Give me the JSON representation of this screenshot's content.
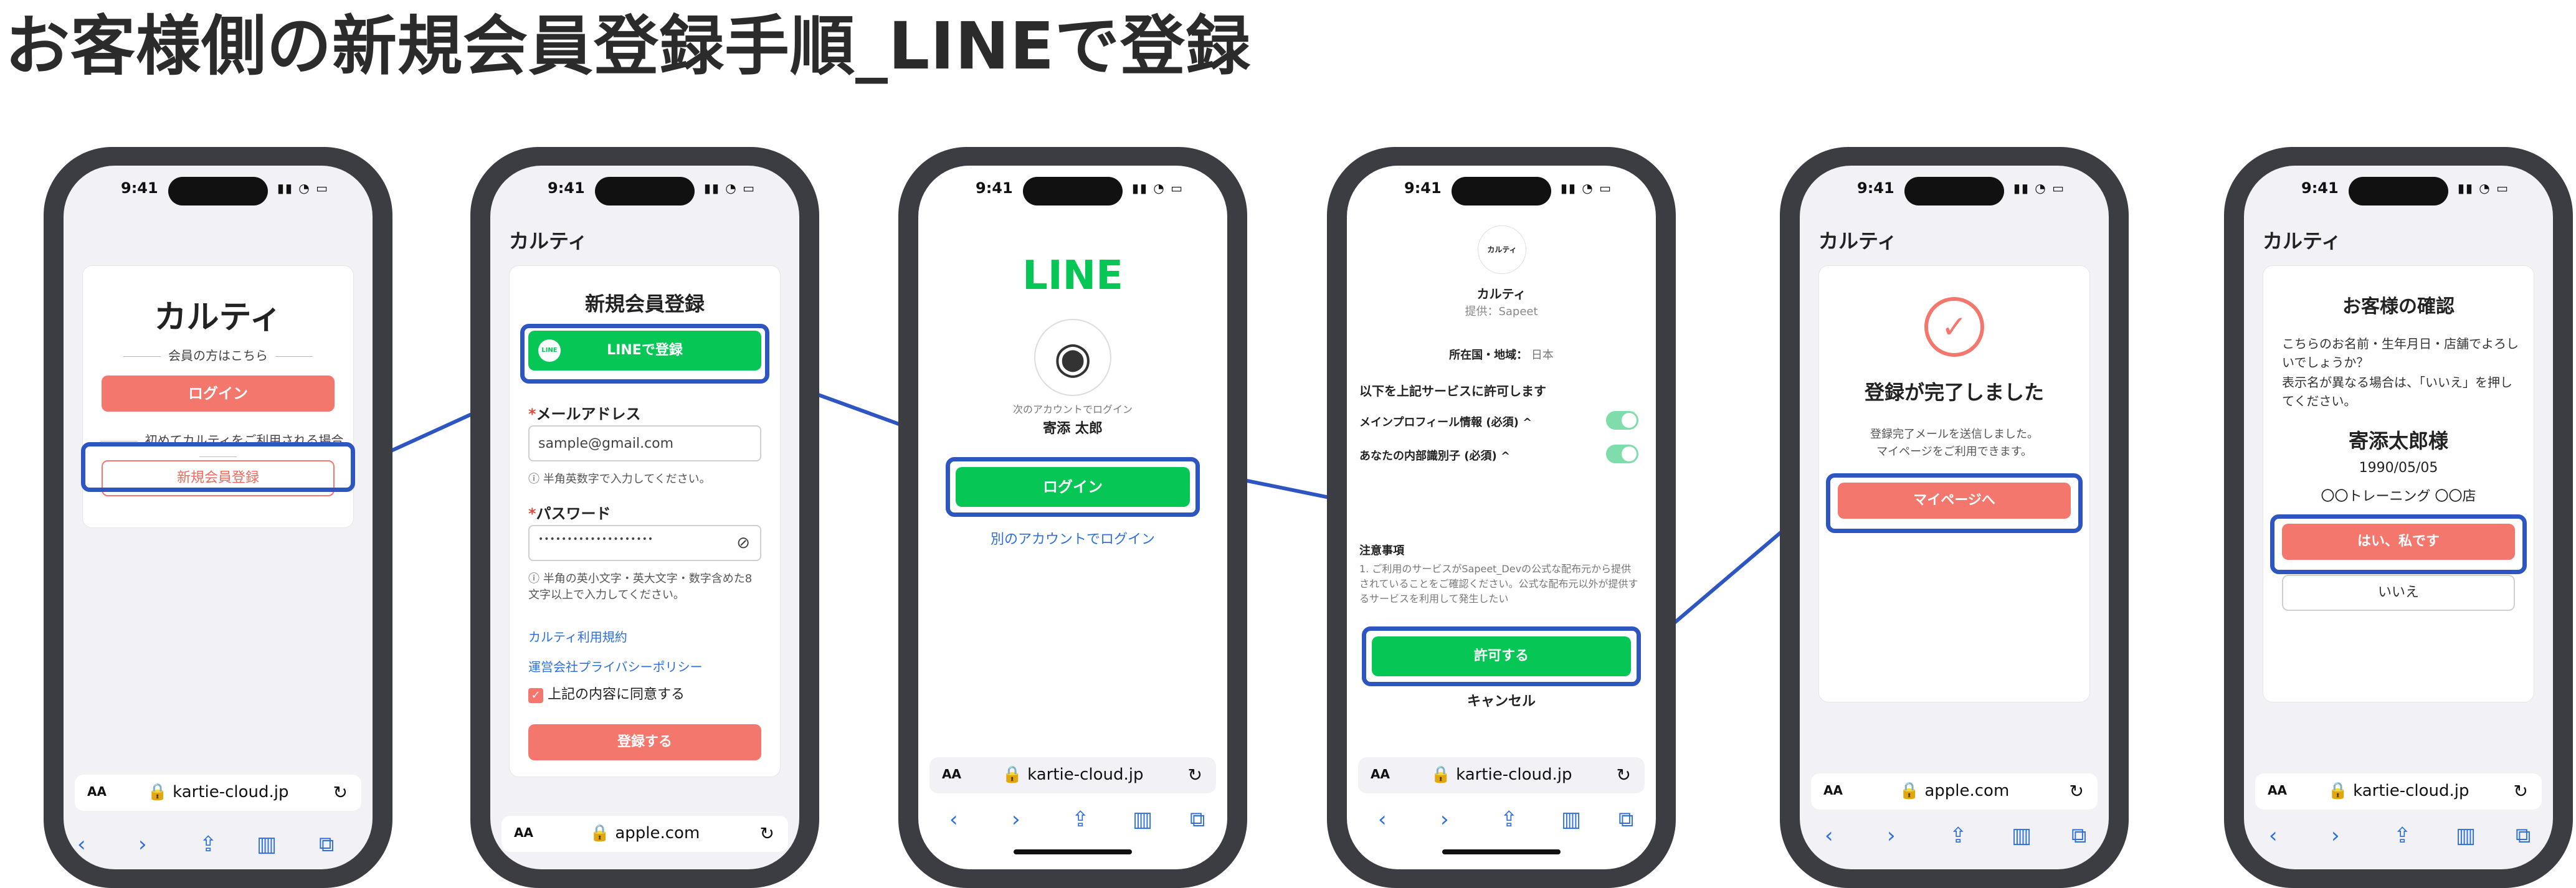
{
  "page": {
    "title": "お客様側の新規会員登録手順_LINEで登録"
  },
  "common": {
    "time": "9:41",
    "app_name": "カルティ",
    "aa": "AA",
    "url_kartie": "kartie-cloud.jp",
    "url_apple": "apple.com"
  },
  "s1": {
    "title": "カルティ",
    "member_note": "会員の方はこちら",
    "login": "ログイン",
    "first_note": "初めてカルティをご利用される場合",
    "register": "新規会員登録"
  },
  "s2": {
    "heading": "新規会員登録",
    "line_register": "LINEで登録",
    "line_logo": "LINE",
    "email_label": "メールアドレス",
    "email_placeholder": "sample@gmail.com",
    "email_hint": "半角英数字で入力してください。",
    "password_label": "パスワード",
    "password_value": "••••••••••••••••••••",
    "password_hint": "半角の英小文字・英大文字・数字含めた8文字以上で入力してください。",
    "terms_link": "カルティ利用規約",
    "privacy_link": "運営会社プライバシーポリシー",
    "agree": "上記の内容に同意する",
    "submit": "登録する",
    "required_mark": "*"
  },
  "s3": {
    "logo": "LINE",
    "login_with": "次のアカウントでログイン",
    "user_name": "寄添 太郎",
    "login": "ログイン",
    "other_account": "別のアカウントでログイン"
  },
  "s4": {
    "app_logo_text": "カルティ",
    "app_name": "カルティ",
    "provider": "提供：Sapeet",
    "country_label": "所在国・地域：",
    "country_value": "日本",
    "allow_heading": "以下を上記サービスに許可します",
    "perm_profile": "メインプロフィール情報 (必須) ^",
    "perm_id": "あなたの内部識別子 (必須) ^",
    "notes_title": "注意事項",
    "notes_body": "1. ご利用のサービスがSapeet_Devの公式な配布元から提供されていることをご確認ください。公式な配布元以外が提供するサービスを利用して発生したい",
    "allow": "許可する",
    "cancel": "キャンセル"
  },
  "s5": {
    "done_title": "登録が完了しました",
    "done_msg1": "登録完了メールを送信しました。",
    "done_msg2": "マイページをご利用できます。",
    "mypage": "マイページへ"
  },
  "s6": {
    "heading": "お客様の確認",
    "question": "こちらのお名前・生年月日・店舗でよろしいでしょうか？",
    "note": "表示名が異なる場合は、「いいえ」を押してください。",
    "name": "寄添太郎様",
    "birthday": "1990/05/05",
    "store": "〇〇トレーニング 〇〇店",
    "yes": "はい、私です",
    "no": "いいえ"
  },
  "colors": {
    "coral": "#f3776c",
    "line_green": "#06c755",
    "highlight": "#2d56c3",
    "phone_frame": "#3b3d42"
  },
  "icons": [
    "signal-icon",
    "wifi-icon",
    "battery-icon",
    "lock-icon",
    "reload-icon",
    "back-icon",
    "forward-icon",
    "share-icon",
    "bookmarks-icon",
    "tabs-icon",
    "user-circle-icon",
    "check-circle-icon",
    "eye-slash-icon",
    "info-icon",
    "checkbox-icon",
    "line-badge-icon"
  ]
}
